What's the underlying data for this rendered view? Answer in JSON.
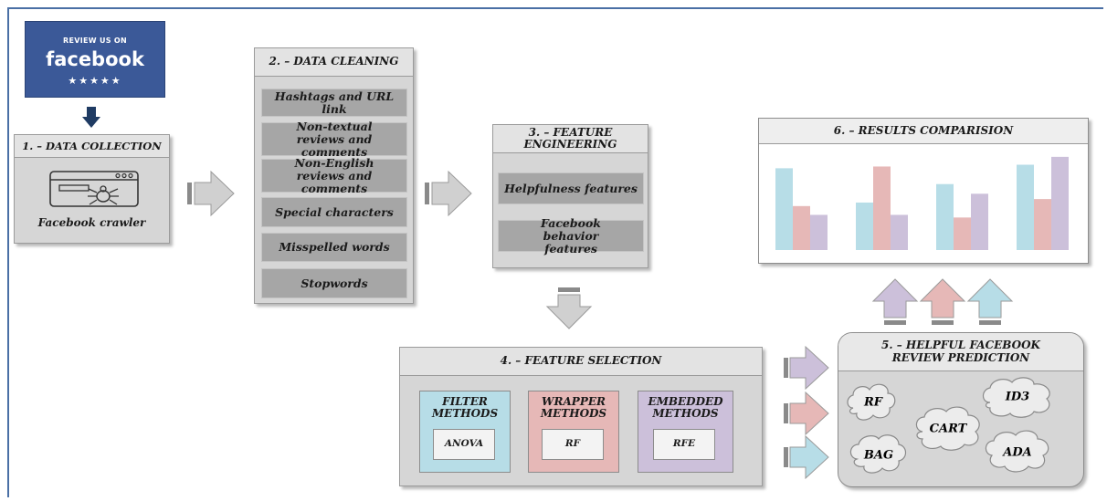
{
  "facebook_badge": {
    "top_text": "REVIEW US ON",
    "brand": "facebook",
    "stars": "★★★★★"
  },
  "data_collection": {
    "title": "1. – DATA COLLECTION",
    "caption": "Facebook crawler"
  },
  "data_cleaning": {
    "title": "2. – DATA CLEANING",
    "items": [
      "Hashtags and URL link",
      "Non-textual reviews and comments",
      "Non-English reviews and comments",
      "Special characters",
      "Misspelled words",
      "Stopwords"
    ]
  },
  "feature_engineering": {
    "title": "3. – FEATURE ENGINEERING",
    "items": [
      "Helpfulness features",
      "Facebook behavior features"
    ]
  },
  "feature_selection": {
    "title": "4. – FEATURE  SELECTION",
    "methods": [
      {
        "label": "FILTER METHODS",
        "inner": "ANOVA",
        "color": "#b7dde7"
      },
      {
        "label": "WRAPPER METHODS",
        "inner": "RF",
        "color": "#e6b8b7"
      },
      {
        "label": "EMBEDDED METHODS",
        "inner": "RFE",
        "color": "#ccc0da"
      }
    ]
  },
  "prediction": {
    "title": "5. – HELPFUL FACEBOOK REVIEW PREDICTION",
    "models": [
      "RF",
      "ID3",
      "CART",
      "BAG",
      "ADA"
    ]
  },
  "results": {
    "title": "6. – RESULTS COMPARISION"
  },
  "chart_data": {
    "type": "bar",
    "categories": [
      "",
      "",
      "",
      ""
    ],
    "series": [
      {
        "values": [
          93,
          54,
          75,
          97
        ],
        "color": "#b7dde7"
      },
      {
        "values": [
          50,
          95,
          37,
          58
        ],
        "color": "#e6b8b7"
      },
      {
        "values": [
          40,
          40,
          64,
          106
        ],
        "color": "#ccc0da"
      }
    ],
    "ylim": [
      0,
      110
    ],
    "grid": false,
    "title": "",
    "xlabel": "",
    "ylabel": ""
  },
  "colors": {
    "blue": "#b7dde7",
    "pink": "#e6b8b7",
    "purple": "#ccc0da",
    "facebook": "#3b5998",
    "frame": "#4a6fa5"
  }
}
